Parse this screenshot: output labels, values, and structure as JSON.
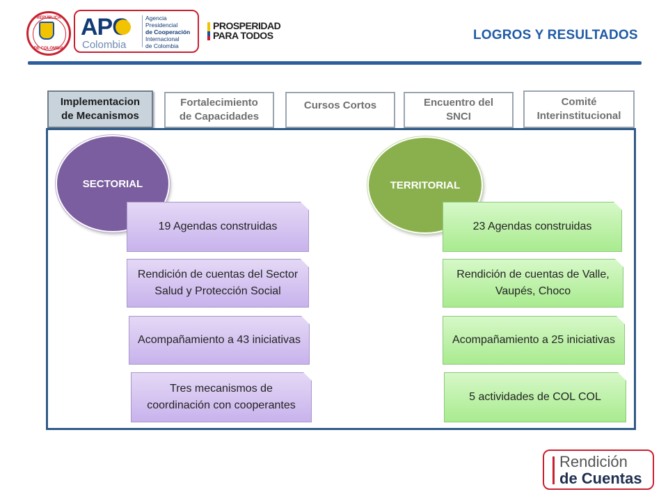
{
  "header": {
    "seal_text_top": "REPÚBLICA",
    "seal_text_bottom": "DE COLOMBIA",
    "apc_letters": "APC",
    "apc_country": "Colombia",
    "apc_agency_lines": [
      "Agencia",
      "Presidencial",
      "de Cooperación",
      "Internacional",
      "de Colombia"
    ],
    "prosperidad_line1": "PROSPERIDAD",
    "prosperidad_line2": "PARA TODOS",
    "title": "LOGROS Y RESULTADOS"
  },
  "tabs": [
    {
      "line1": "Implementacion",
      "line2": "de Mecanismos",
      "active": true
    },
    {
      "line1": "Fortalecimiento",
      "line2": "de Capacidades",
      "active": false
    },
    {
      "line1": "Cursos Cortos",
      "line2": "",
      "active": false
    },
    {
      "line1": "Encuentro del",
      "line2": "SNCI",
      "active": false
    },
    {
      "line1": "Comité",
      "line2": "Interinstitucional",
      "active": false
    }
  ],
  "sectorial": {
    "label": "SECTORIAL",
    "items": [
      "19 Agendas construidas",
      "Rendición de cuentas del Sector Salud y Protección Social",
      "Acompañamiento a 43 iniciativas",
      "Tres mecanismos de coordinación con cooperantes"
    ]
  },
  "territorial": {
    "label": "TERRITORIAL",
    "items": [
      "23 Agendas construidas",
      "Rendición de cuentas de Valle, Vaupés, Choco",
      "Acompañamiento a 25 iniciativas",
      "5 actividades de COL COL"
    ]
  },
  "footer_logo": {
    "line1": "Rendición",
    "line2": "de Cuentas"
  },
  "colors": {
    "accent_blue": "#1f5aa6",
    "brand_red": "#c8202f",
    "sectorial_purple": "#7b5e9f",
    "territorial_green": "#8ab04e"
  }
}
